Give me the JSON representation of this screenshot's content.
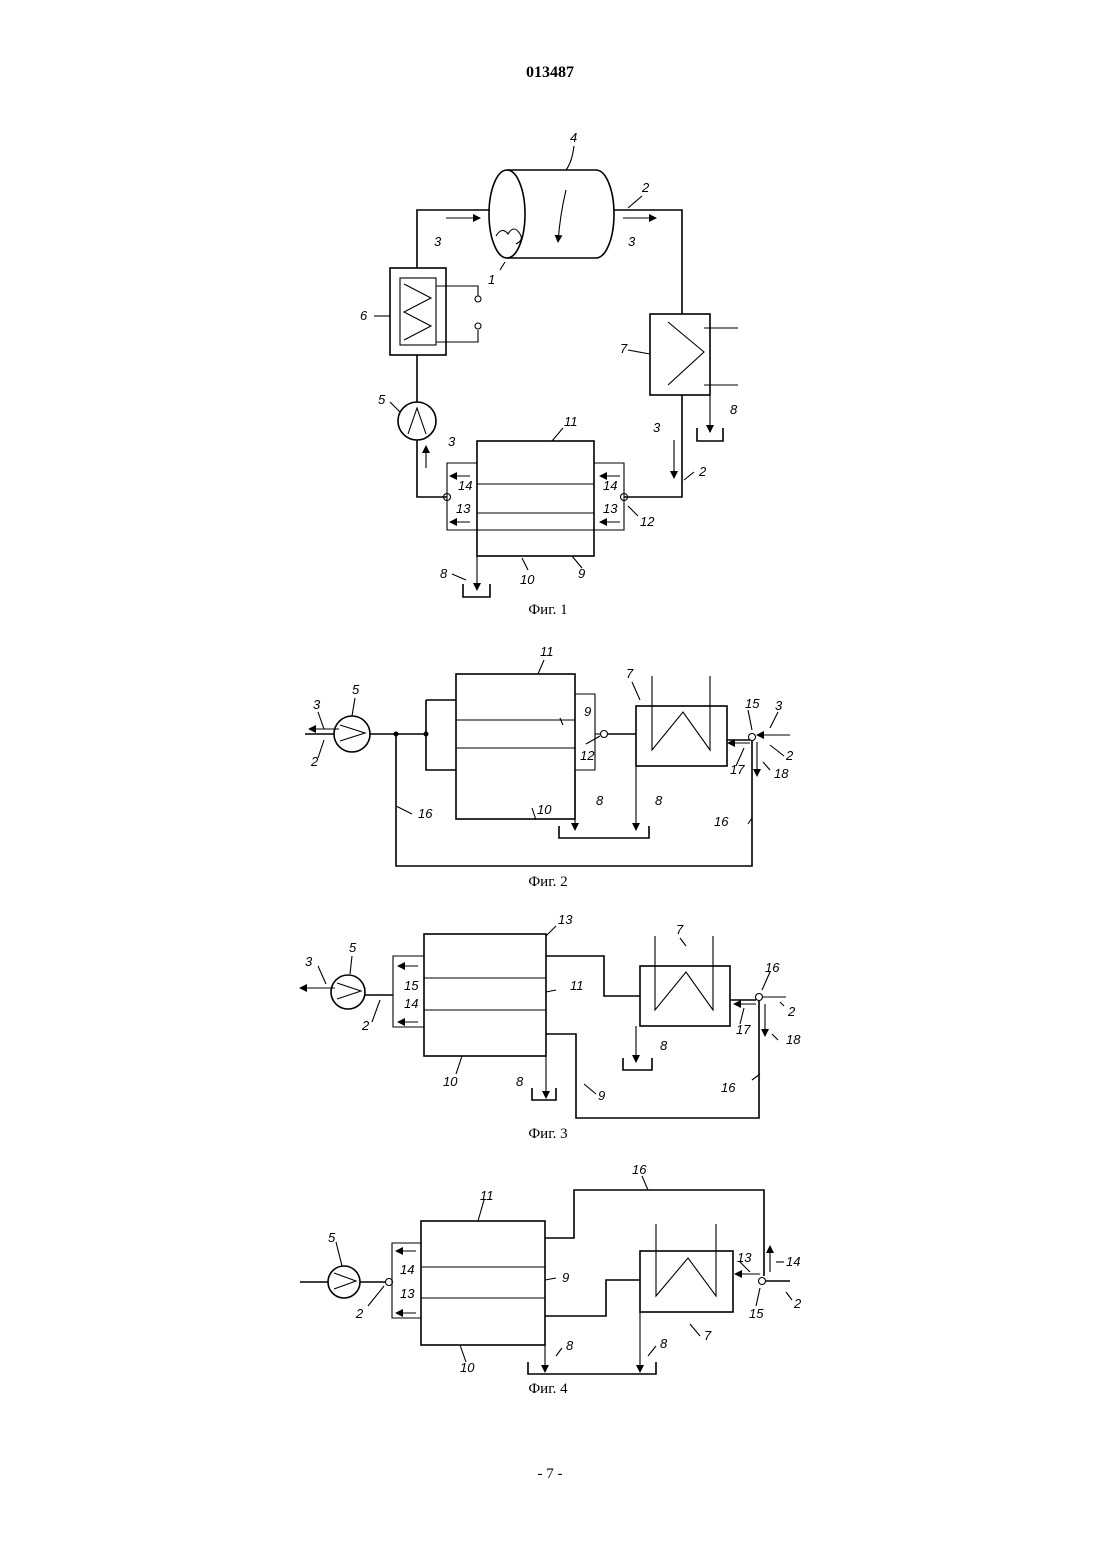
{
  "header": {
    "document_number": "013487"
  },
  "footer": {
    "page_number": "- 7 -"
  },
  "figures": [
    {
      "caption": "Фиг. 1",
      "labels": [
        "1",
        "2",
        "2",
        "3",
        "3",
        "3",
        "3",
        "4",
        "5",
        "6",
        "7",
        "8",
        "8",
        "9",
        "10",
        "11",
        "12",
        "13",
        "13",
        "14",
        "14"
      ]
    },
    {
      "caption": "Фиг. 2",
      "labels": [
        "2",
        "2",
        "3",
        "3",
        "5",
        "7",
        "8",
        "8",
        "9",
        "10",
        "11",
        "12",
        "15",
        "16",
        "16",
        "17",
        "18"
      ]
    },
    {
      "caption": "Фиг. 3",
      "labels": [
        "2",
        "2",
        "3",
        "5",
        "7",
        "8",
        "8",
        "9",
        "10",
        "11",
        "13",
        "14",
        "15",
        "16",
        "16",
        "17",
        "18"
      ]
    },
    {
      "caption": "Фиг. 4",
      "labels": [
        "2",
        "2",
        "5",
        "7",
        "8",
        "8",
        "9",
        "10",
        "11",
        "13",
        "13",
        "14",
        "14",
        "15",
        "16"
      ]
    }
  ]
}
